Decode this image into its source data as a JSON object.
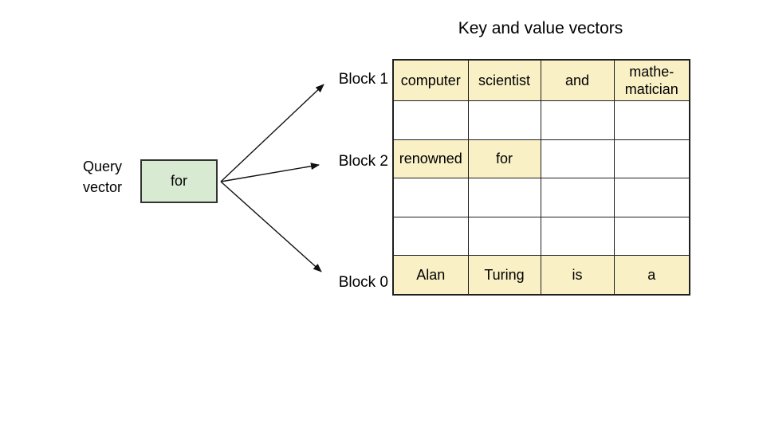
{
  "title": "Key and value vectors",
  "query_vector": {
    "label": "Query\nvector",
    "box_text": "for"
  },
  "block_labels": [
    "Block 1",
    "Block 2",
    "Block 0"
  ],
  "table": {
    "columns": 4,
    "rows": [
      {
        "block": "Block 1",
        "cells": [
          {
            "text": "computer",
            "highlight": true
          },
          {
            "text": "scientist",
            "highlight": true
          },
          {
            "text": "and",
            "highlight": true
          },
          {
            "text": "mathe-\nmatician",
            "highlight": true
          }
        ]
      },
      {
        "block": "",
        "cells": [
          {
            "text": "",
            "highlight": false
          },
          {
            "text": "",
            "highlight": false
          },
          {
            "text": "",
            "highlight": false
          },
          {
            "text": "",
            "highlight": false
          }
        ]
      },
      {
        "block": "Block 2",
        "cells": [
          {
            "text": "renowned",
            "highlight": true
          },
          {
            "text": "for",
            "highlight": true
          },
          {
            "text": "",
            "highlight": false
          },
          {
            "text": "",
            "highlight": false
          }
        ]
      },
      {
        "block": "",
        "cells": [
          {
            "text": "",
            "highlight": false
          },
          {
            "text": "",
            "highlight": false
          },
          {
            "text": "",
            "highlight": false
          },
          {
            "text": "",
            "highlight": false
          }
        ]
      },
      {
        "block": "",
        "cells": [
          {
            "text": "",
            "highlight": false
          },
          {
            "text": "",
            "highlight": false
          },
          {
            "text": "",
            "highlight": false
          },
          {
            "text": "",
            "highlight": false
          }
        ]
      },
      {
        "block": "Block 0",
        "cells": [
          {
            "text": "Alan",
            "highlight": true
          },
          {
            "text": "Turing",
            "highlight": true
          },
          {
            "text": "is",
            "highlight": true
          },
          {
            "text": "a",
            "highlight": true
          }
        ]
      }
    ]
  },
  "colors": {
    "highlight_fill": "#faf0c6",
    "query_box_fill": "#d9ead3",
    "line_color": "#111111"
  }
}
